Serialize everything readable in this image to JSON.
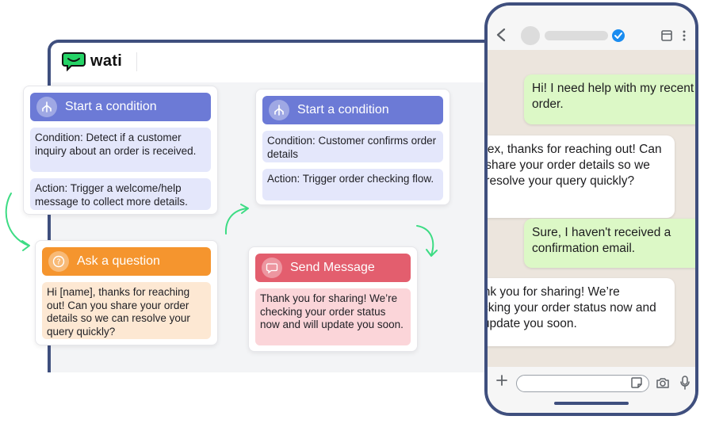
{
  "brand": {
    "name": "wati",
    "color": "#25d366"
  },
  "flow": {
    "card1": {
      "title": "Start a condition",
      "condition": "Condition: Detect if a customer inquiry about an order is received.",
      "action": "Action: Trigger a welcome/help message to collect more details."
    },
    "card2": {
      "title": "Ask a question",
      "text": "Hi [name], thanks for reaching out! Can you share your order details so we can resolve your query quickly?"
    },
    "card3": {
      "title": "Start a condition",
      "condition": "Condition: Customer confirms order details",
      "action": "Action: Trigger order checking flow."
    },
    "card4": {
      "title": "Send Message",
      "text": "Thank you for sharing! We’re checking your order status now and will update you soon."
    }
  },
  "chat": {
    "messages": [
      {
        "direction": "outgoing",
        "text": "Hi! I need help with my recent order."
      },
      {
        "direction": "incoming",
        "text": "Hi Alex, thanks for reaching out! Can you share your order details so we can resolve your query quickly?"
      },
      {
        "direction": "outgoing",
        "text": "Sure, I haven't received a confirmation email."
      },
      {
        "direction": "incoming",
        "text": "Thank you for sharing! We’re checking your order status now and will update you soon."
      }
    ]
  },
  "colors": {
    "frame": "#3f4f7e",
    "condition": "#6c7ad6",
    "question": "#f5952e",
    "message": "#e35e6e",
    "arrow": "#3ddc84",
    "outgoing_bubble": "#dcf8c6",
    "chat_background": "#ece5dd"
  },
  "icons": [
    "condition-icon",
    "question-icon",
    "message-icon",
    "back-icon",
    "verified-icon",
    "store-icon",
    "more-icon",
    "plus-icon",
    "sticker-icon",
    "camera-icon",
    "mic-icon"
  ]
}
